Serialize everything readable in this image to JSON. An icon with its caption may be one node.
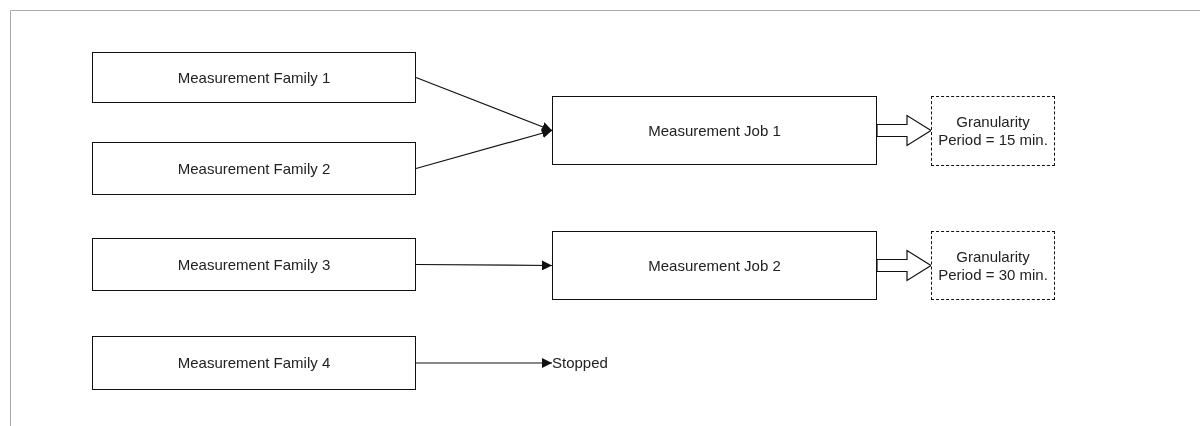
{
  "diagram": {
    "nodes": [
      {
        "text": [
          "Measurement Family 1"
        ]
      },
      {
        "text": [
          "Measurement Family 2"
        ]
      },
      {
        "text": [
          "Measurement Job 1"
        ]
      },
      {
        "text": [
          "Granularity Period = 15 min."
        ]
      },
      {
        "text": [
          "Measurement Family 3"
        ]
      },
      {
        "text": [
          "Measurement Job 2"
        ]
      },
      {
        "text": [
          "Granularity Period = 30 min."
        ]
      },
      {
        "text": [
          "Measurement Family 4"
        ]
      },
      {
        "text": [
          "Stopped"
        ]
      }
    ],
    "edges": [
      {
        "from": 0,
        "to": 2,
        "arrow": "to"
      },
      {
        "from": 1,
        "to": 2,
        "arrow": "to"
      },
      {
        "from": 2,
        "to": 3,
        "arrow": "to",
        "style": "thick"
      },
      {
        "from": 4,
        "to": 5,
        "arrow": "to"
      },
      {
        "from": 5,
        "to": 6,
        "arrow": "to",
        "style": "thick"
      },
      {
        "from": 7,
        "to": 8,
        "arrow": "to"
      }
    ]
  }
}
